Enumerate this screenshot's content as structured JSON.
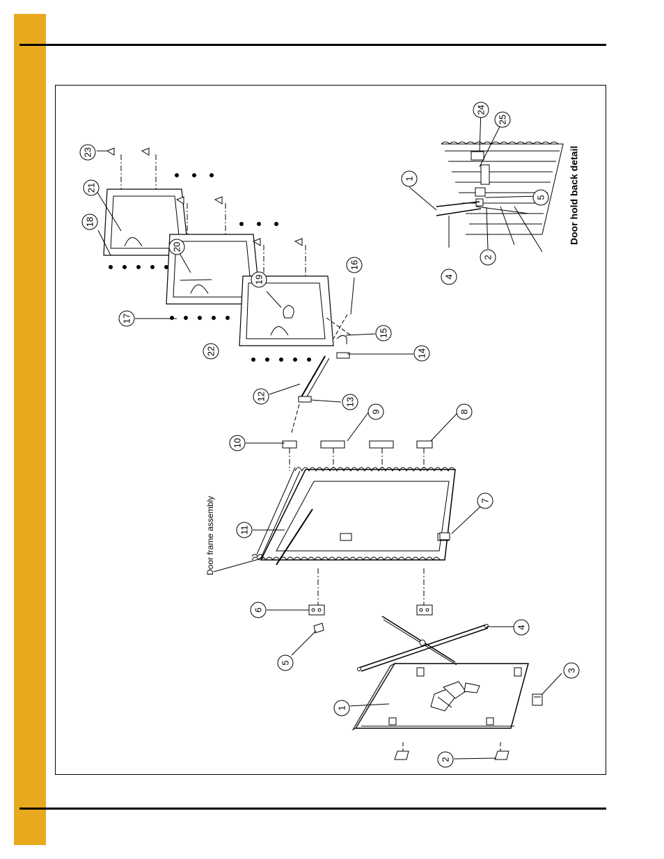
{
  "colors": {
    "side_bar": "#e8a91f",
    "rules": "#000000",
    "ink": "#000000"
  },
  "captions": {
    "frame_assembly": "Door frame assembly",
    "hold_back_detail": "Door hold back detail"
  },
  "callouts": {
    "c1": "1",
    "c2": "2",
    "c3": "3",
    "c4": "4",
    "c5": "5",
    "c6": "6",
    "c7": "7",
    "c8": "8",
    "c9": "9",
    "c10": "10",
    "c11": "11",
    "c12": "12",
    "c13": "13",
    "c14": "14",
    "c15": "15",
    "c16": "16",
    "c17": "17",
    "c18": "18",
    "c19": "19",
    "c20": "20",
    "c21": "21",
    "c22": "22",
    "c23": "23",
    "c24": "24",
    "c25": "25"
  }
}
